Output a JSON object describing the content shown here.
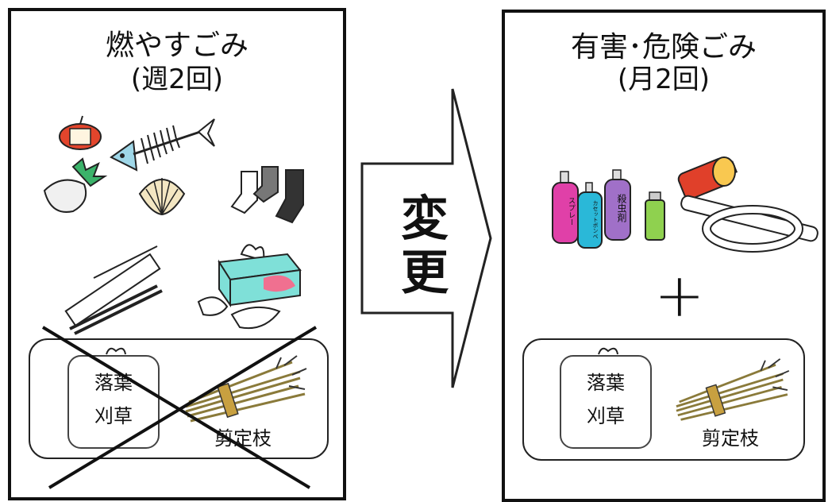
{
  "left_panel": {
    "title": "燃やすごみ",
    "frequency": "(週2回)",
    "inner_box": {
      "bag_label_line1": "落葉",
      "bag_label_line2": "刈草",
      "branches_label": "剪定枝",
      "crossed_out": true
    }
  },
  "arrow": {
    "label_line1": "変",
    "label_line2": "更"
  },
  "right_panel": {
    "title": "有害･危険ごみ",
    "frequency": "(月2回)",
    "plus_sign": "+",
    "can_labels": [
      "スプレー",
      "カセットボンベ",
      "殺虫剤"
    ],
    "inner_box": {
      "bag_label_line1": "落葉",
      "bag_label_line2": "刈草",
      "branches_label": "剪定枝"
    }
  },
  "colors": {
    "border": "#111111",
    "spray_pink": "#e040a8",
    "spray_cyan": "#2ab8d8",
    "spray_purple": "#a070c8",
    "lighter_green": "#8fd14f",
    "battery_red": "#e0402a",
    "apple_red": "#e3452c",
    "fish_blue": "#9fd7e8",
    "tissue_cyan": "#7fe0d8",
    "tissue_pink": "#f07090",
    "branch_brown": "#8a7a3a"
  }
}
